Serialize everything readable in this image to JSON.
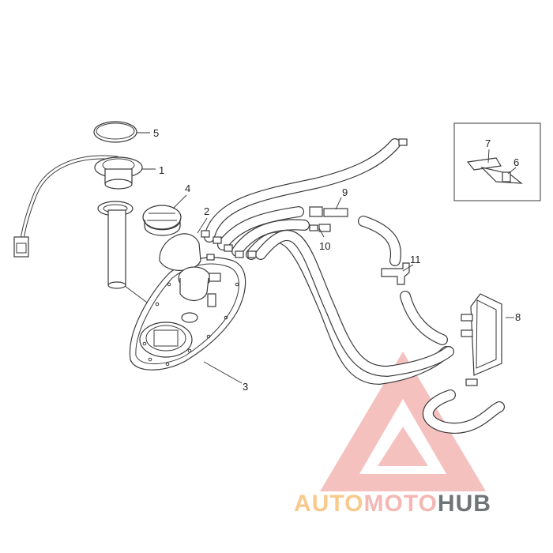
{
  "callouts": [
    {
      "id": "1",
      "label": "1"
    },
    {
      "id": "2",
      "label": "2"
    },
    {
      "id": "3",
      "label": "3"
    },
    {
      "id": "4",
      "label": "4"
    },
    {
      "id": "5",
      "label": "5"
    },
    {
      "id": "6",
      "label": "6"
    },
    {
      "id": "7",
      "label": "7"
    },
    {
      "id": "8",
      "label": "8"
    },
    {
      "id": "9",
      "label": "9"
    },
    {
      "id": "10",
      "label": "10"
    },
    {
      "id": "11",
      "label": "11"
    }
  ],
  "watermark": {
    "part1": "AUTO",
    "part2": "MOTO",
    "part3": "HUB",
    "color_primary": "#f4b7b4",
    "color_secondary": "#f9c98c",
    "color_dark": "#6f7477"
  }
}
